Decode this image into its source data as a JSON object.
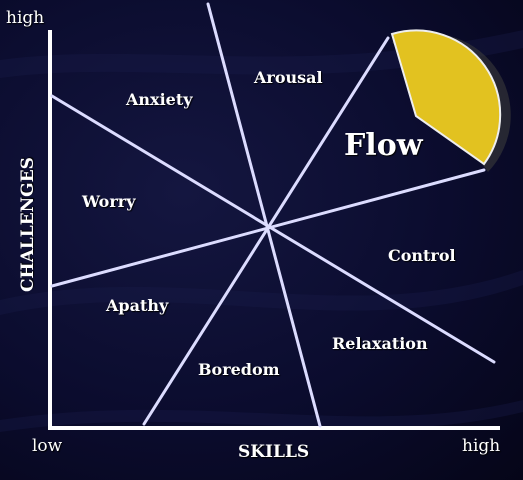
{
  "diagram": {
    "y_axis_label": "CHALLENGES",
    "x_axis_label": "SKILLS",
    "y_high": "high",
    "x_low": "low",
    "x_high": "high",
    "regions": {
      "arousal": "Arousal",
      "anxiety": "Anxiety",
      "flow": "Flow",
      "worry": "Worry",
      "control": "Control",
      "apathy": "Apathy",
      "relaxation": "Relaxation",
      "boredom": "Boredom"
    }
  },
  "colors": {
    "background": "#0b0c2e",
    "lines": "#dcdcff",
    "flow_wedge": "#e2c220",
    "text": "#ffffff"
  }
}
